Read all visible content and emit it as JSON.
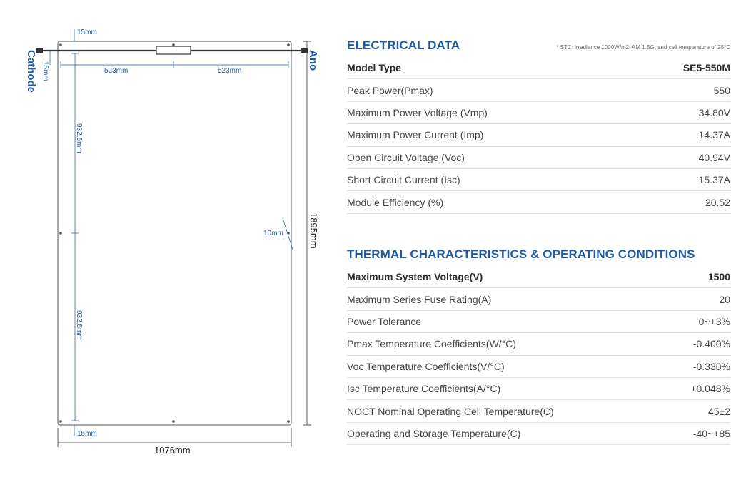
{
  "drawing": {
    "cathode_label": "Cathode",
    "anode_label": "Ano",
    "dim_top_margin": "15mm",
    "dim_bottom_margin": "15mm",
    "dim_side_margin": "15mm",
    "dim_half_width_left": "523mm",
    "dim_half_width_right": "523mm",
    "dim_half_height_top": "932.5mm",
    "dim_half_height_bottom": "932.5mm",
    "dim_edge": "10mm",
    "dim_total_height": "1895mm",
    "dim_total_width": "1076mm"
  },
  "electrical": {
    "title": "ELECTRICAL DATA",
    "note": "* STC: irradiance 1000W/m2, AM 1.5G, and cell temperature of 25°C",
    "header": {
      "label": "Model Type",
      "value": "SE5-550M"
    },
    "rows": [
      {
        "label": "Peak Power(Pmax)",
        "value": "550"
      },
      {
        "label": "Maximum Power Voltage (Vmp)",
        "value": "34.80V"
      },
      {
        "label": "Maximum Power Current (Imp)",
        "value": "14.37A"
      },
      {
        "label": "Open Circuit Voltage (Voc)",
        "value": "40.94V"
      },
      {
        "label": "Short Circuit Current (Isc)",
        "value": "15.37A"
      },
      {
        "label": "Module Efficiency (%)",
        "value": "20.52"
      }
    ]
  },
  "thermal": {
    "title": "THERMAL CHARACTERISTICS & OPERATING CONDITIONS",
    "header": {
      "label": "Maximum System Voltage(V)",
      "value": "1500"
    },
    "rows": [
      {
        "label": "Maximum Series Fuse Rating(A)",
        "value": "20"
      },
      {
        "label": "Power Tolerance",
        "value": "0~+3%"
      },
      {
        "label": "Pmax Temperature Coefficients(W/°C)",
        "value": "-0.400%"
      },
      {
        "label": "Voc Temperature Coefficients(V/°C)",
        "value": "-0.330%"
      },
      {
        "label": "Isc Temperature Coefficients(A/°C)",
        "value": "+0.048%"
      },
      {
        "label": "NOCT Nominal Operating Cell Temperature(C)",
        "value": "45±2"
      },
      {
        "label": "Operating and Storage Temperature(C)",
        "value": "-40~+85"
      }
    ]
  },
  "colors": {
    "accent": "#1f5aa6",
    "text": "#444444",
    "line": "#e2e2e2"
  }
}
